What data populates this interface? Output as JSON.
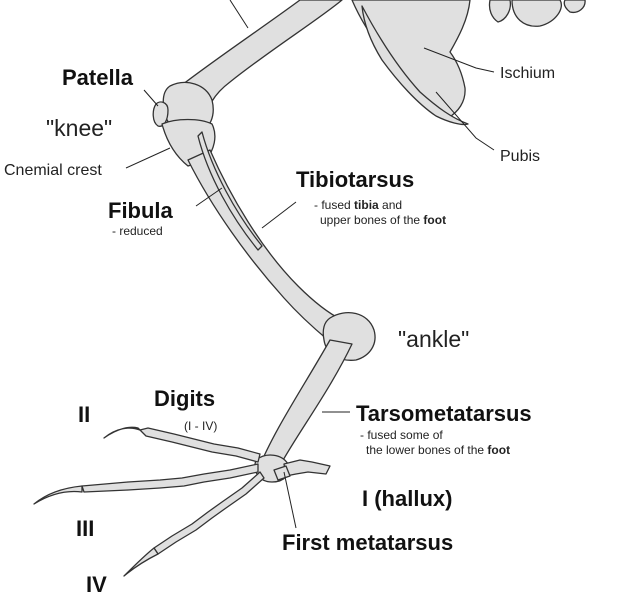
{
  "labels": {
    "patella": "Patella",
    "knee": "\"knee\"",
    "cnemial_crest": "Cnemial crest",
    "fibula": "Fibula",
    "fibula_note": "- reduced",
    "tibiotarsus": "Tibiotarsus",
    "tibiotarsus_note_prefix": "- fused ",
    "tibiotarsus_note_tibia": "tibia",
    "tibiotarsus_note_and": " and",
    "tibiotarsus_note_line2_prefix": "upper bones of the ",
    "tibiotarsus_note_foot": "foot",
    "ischium": "Ischium",
    "pubis": "Pubis",
    "ankle": "\"ankle\"",
    "digits": "Digits",
    "digits_range": "(I - IV)",
    "tarsometatarsus": "Tarsometatarsus",
    "tarso_note_line1": "- fused some of",
    "tarso_note_line2_prefix": "the lower bones of the ",
    "tarso_note_foot": "foot",
    "digit_ii": "II",
    "digit_iii": "III",
    "digit_iv": "IV",
    "hallux": "I (hallux)",
    "first_metatarsus": "First metatarsus"
  },
  "colors": {
    "bone_fill": "#e0e0e0",
    "bone_stroke": "#333333",
    "leader_line": "#222222",
    "text": "#111111"
  }
}
